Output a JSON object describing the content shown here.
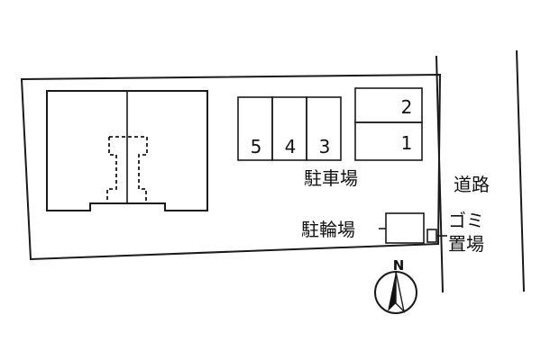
{
  "parking": {
    "label": "駐車場",
    "spaces": [
      "5",
      "4",
      "3",
      "2",
      "1"
    ]
  },
  "bicycle": {
    "label": "駐輪場"
  },
  "garbage": {
    "label_line1": "ゴミ",
    "label_line2": "置場"
  },
  "road": {
    "label": "道路"
  },
  "compass": {
    "label": "N"
  }
}
